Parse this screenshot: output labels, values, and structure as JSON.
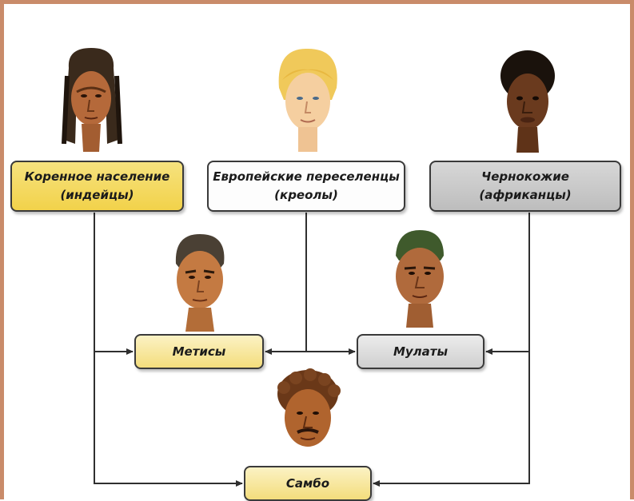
{
  "nodes": {
    "indigenous": {
      "label": "Коренное население\n(индейцы)",
      "color": "#f2d24a"
    },
    "europeans": {
      "label": "Европейские переселенцы\n(креолы)",
      "color": "#fdfdfd"
    },
    "africans": {
      "label": "Чернокожие\n(африканцы)",
      "color": "#c9c9c9"
    },
    "mestizos": {
      "label": "Метисы",
      "color": "#f6e7a6"
    },
    "mulattoes": {
      "label": "Мулаты",
      "color": "#dddddd"
    },
    "sambo": {
      "label": "Самбо",
      "color": "#f4dd7c"
    }
  },
  "portraits": [
    "indigenous-man",
    "european-man",
    "african-woman",
    "mestizo-man",
    "mulatto-man",
    "sambo-man"
  ],
  "edges": [
    {
      "from": "indigenous",
      "to": "mestizos"
    },
    {
      "from": "indigenous",
      "to": "sambo"
    },
    {
      "from": "europeans",
      "to": "mestizos"
    },
    {
      "from": "europeans",
      "to": "mulattoes"
    },
    {
      "from": "africans",
      "to": "mulattoes"
    },
    {
      "from": "africans",
      "to": "sambo"
    }
  ],
  "colors": {
    "border": "#c98b6a",
    "line": "#2f2f2f"
  }
}
